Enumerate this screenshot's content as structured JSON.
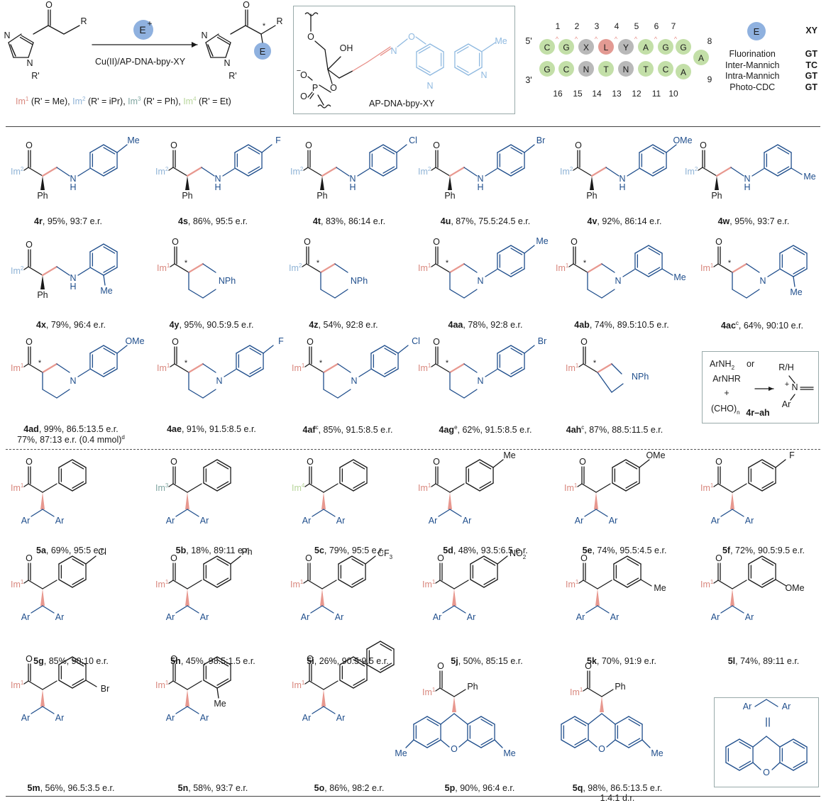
{
  "header": {
    "reagent": "E",
    "reagent_charge": "+",
    "conditions": "Cu(II)/AP-DNA-bpy-XY",
    "substituent_R": "R",
    "substituent_Rp": "R'",
    "product_E": "E",
    "stereo_star": "*",
    "label_O": "O",
    "label_N": "N",
    "imidazoles": [
      {
        "im": "Im",
        "sup": "1",
        "r": " (R' = Me), "
      },
      {
        "im": "Im",
        "sup": "2",
        "r": " (R' = iPr), "
      },
      {
        "im": "Im",
        "sup": "3",
        "r": " (R' = Ph), "
      },
      {
        "im": "Im",
        "sup": "4",
        "r": " (R' = Et)"
      }
    ]
  },
  "ligand": {
    "name": "AP-DNA-bpy-XY",
    "oh": "OH",
    "me": "Me",
    "minus": "−",
    "p": "P",
    "o": "O",
    "n": "N"
  },
  "dna": {
    "five_prime": "5'",
    "three_prime": "3'",
    "top_numbers": [
      "1",
      "2",
      "3",
      "4",
      "5",
      "6",
      "7"
    ],
    "bottom_numbers": [
      "16",
      "15",
      "14",
      "13",
      "12",
      "11",
      "10"
    ],
    "n8": "8",
    "n9": "9",
    "top_strand": [
      "C",
      "G",
      "X",
      "L",
      "Y",
      "A",
      "G",
      "G"
    ],
    "hairpin": "A",
    "bottom_strand": [
      "G",
      "C",
      "N",
      "T",
      "N",
      "T",
      "C",
      "A"
    ]
  },
  "table": {
    "badge": "E",
    "header": "XY",
    "rows": [
      {
        "reaction": "Fluorination",
        "xy": "GT"
      },
      {
        "reaction": "Inter-Mannich",
        "xy": "TC"
      },
      {
        "reaction": "Intra-Mannich",
        "xy": "GT"
      },
      {
        "reaction": "Photo-CDC",
        "xy": "GT"
      }
    ]
  },
  "compounds": [
    {
      "id": "4r",
      "text": ", 95%, 93:7 e.r."
    },
    {
      "id": "4s",
      "text": ", 86%, 95:5 e.r."
    },
    {
      "id": "4t",
      "text": ", 83%, 86:14 e.r."
    },
    {
      "id": "4u",
      "text": ", 87%, 75.5:24.5 e.r."
    },
    {
      "id": "4v",
      "text": ", 92%, 86:14 e.r."
    },
    {
      "id": "4w",
      "text": ", 95%, 93:7 e.r."
    },
    {
      "id": "4x",
      "text": ", 79%, 96:4 e.r."
    },
    {
      "id": "4y",
      "text": ", 95%, 90.5:9.5 e.r."
    },
    {
      "id": "4z",
      "text": ", 54%, 92:8 e.r."
    },
    {
      "id": "4aa",
      "text": ", 78%, 92:8 e.r."
    },
    {
      "id": "4ab",
      "text": ", 74%, 89.5:10.5 e.r."
    },
    {
      "id": "4ac",
      "sup": "c",
      "text": ", 64%, 90:10 e.r."
    },
    {
      "id": "4ad",
      "text": ", 99%, 86.5:13.5 e.r.",
      "line2": "77%, 87:13 e.r. (0.4 mmol)",
      "line2_sup": "d"
    },
    {
      "id": "4ae",
      "text": ", 91%, 91.5:8.5 e.r."
    },
    {
      "id": "4af",
      "sup": "c",
      "text": ", 85%, 91.5:8.5 e.r."
    },
    {
      "id": "4ag",
      "sup": "e",
      "text": ", 62%, 91.5:8.5 e.r."
    },
    {
      "id": "4ah",
      "sup": "c",
      "text": ", 87%, 88.5:11.5 e.r."
    },
    {
      "id": "5a",
      "text": ", 69%, 95:5 e.r."
    },
    {
      "id": "5b",
      "text": ", 18%, 89:11 e.r."
    },
    {
      "id": "5c",
      "text": ", 79%, 95:5 e.r."
    },
    {
      "id": "5d",
      "text": ", 48%, 93.5:6.5 e.r."
    },
    {
      "id": "5e",
      "text": ", 74%, 95.5:4.5 e.r."
    },
    {
      "id": "5f",
      "text": ", 72%, 90.5:9.5 e.r."
    },
    {
      "id": "5g",
      "text": ", 85%, 90:10 e.r."
    },
    {
      "id": "5h",
      "text": ", 45%, 98.5:1.5 e.r."
    },
    {
      "id": "5i",
      "text": ", 26%, 90.5:9.5 e.r."
    },
    {
      "id": "5j",
      "text": ", 50%, 85:15 e.r."
    },
    {
      "id": "5k",
      "text": ", 70%, 91:9 e.r."
    },
    {
      "id": "5l",
      "text": ", 74%, 89:11 e.r."
    },
    {
      "id": "5m",
      "text": ", 56%, 96.5:3.5 e.r."
    },
    {
      "id": "5n",
      "text": ", 58%, 93:7 e.r."
    },
    {
      "id": "5o",
      "text": ", 86%, 98:2 e.r."
    },
    {
      "id": "5p",
      "text": ", 90%, 96:4 e.r."
    },
    {
      "id": "5q",
      "text": ", 98%, 86.5:13.5 e.r.",
      "line2": "1.4:1 d.r."
    }
  ],
  "labels": {
    "im": "Im",
    "sup1": "1",
    "sup2": "2",
    "sup3": "3",
    "sup4": "4",
    "ph": "Ph",
    "nph": "NPh",
    "h": "H",
    "n": "N",
    "o": "O",
    "me": "Me",
    "f": "F",
    "cl": "Cl",
    "br": "Br",
    "ome": "OMe",
    "cf3": "CF",
    "cf3_sub": "3",
    "no2": "NO",
    "no2_sub": "2",
    "ar": "Ar",
    "star": "*"
  },
  "imine_box": {
    "line1": "ArNH",
    "line1_sub": "2",
    "line1_end": " or",
    "line2": "ArNHR",
    "plus": "+",
    "line4": "(CHO)",
    "line4_sub": "n",
    "rh": "R/H",
    "n": "N",
    "charge": "+",
    "ar": "Ar",
    "range": "4r–ah"
  },
  "xanthene_box": {
    "ar": "Ar",
    "o": "O"
  },
  "colors": {
    "red_bond": "#e8988f",
    "im1": "#d9877d",
    "im2": "#8fb3d6",
    "im3": "#7fa5a0",
    "im4": "#b7d59a",
    "blue": "#1f4e8c",
    "bead_green": "#c3dfa8",
    "bead_grey": "#b9b9b9",
    "bead_red": "#e39a93",
    "badge": "#8fb1df",
    "ligand_blue": "#8fb9e0",
    "pink_link": "#e88f88"
  }
}
